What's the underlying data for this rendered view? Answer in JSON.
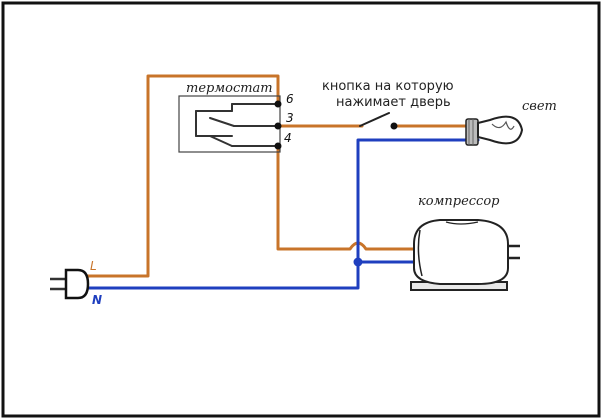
{
  "labels": {
    "thermostat": "термостат",
    "door_button": [
      "кнопка на которую",
      "нажимает дверь"
    ],
    "light": "свет",
    "compressor": "компрессор",
    "line": "L",
    "neutral": "N"
  },
  "terminals": [
    "6",
    "3",
    "4"
  ],
  "colors": {
    "phase_wire": "#c8742a",
    "neutral_wire": "#1f3fbf",
    "component": "#333333",
    "frame": "#111111"
  },
  "icons": [
    "plug-icon",
    "lamp-icon",
    "compressor-icon",
    "switch-icon"
  ]
}
